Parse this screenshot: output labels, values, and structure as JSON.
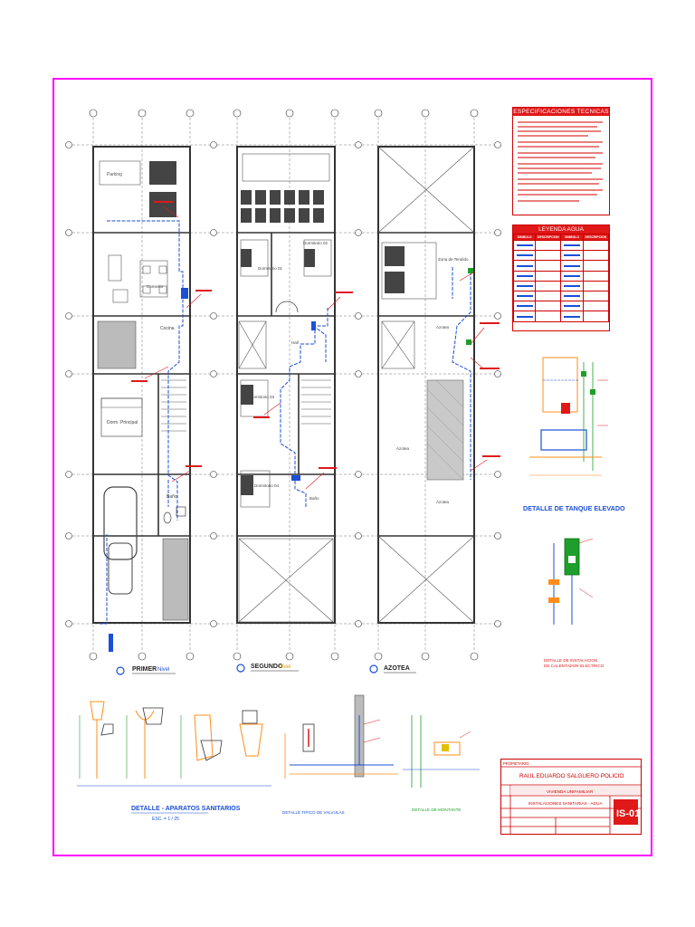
{
  "plans": {
    "primer": {
      "label": "PRIMER",
      "suffix": "Nivel"
    },
    "segundo": {
      "label": "SEGUNDO",
      "suffix": "Nivel"
    },
    "azotea": {
      "label": "AZOTEA"
    }
  },
  "rooms": {
    "cocina": "Cocina",
    "comedor": "Comedor",
    "dorm_principal": "Dorm. Principal",
    "bano1": "Baño",
    "dormitorio1": "Dormitorio 01",
    "dormitorio2": "Dormitorio 02",
    "dormitorio3": "Dormitorio 03",
    "dormitorio4": "Dormitorio 04",
    "hall": "Hall",
    "bano2": "Baño",
    "zona_tendido": "Zona de Tendido",
    "azotea1": "Azotea",
    "azotea2": "Azotea",
    "azotea3": "Azotea"
  },
  "specs": {
    "title": "ESPECIFICACIONES TECNICAS",
    "lines": []
  },
  "legend": {
    "title": "LEYENDA AGUA",
    "headers": [
      "SIMBOLO",
      "DESCRIPCION",
      "SIMBOLO",
      "DESCRIPCION"
    ],
    "rows": [
      [
        "",
        "",
        "",
        ""
      ],
      [
        "",
        "",
        "",
        ""
      ],
      [
        "",
        "",
        "",
        ""
      ],
      [
        "",
        "",
        "",
        ""
      ],
      [
        "",
        "",
        "",
        ""
      ],
      [
        "",
        "",
        "",
        ""
      ],
      [
        "",
        "",
        "",
        ""
      ],
      [
        "",
        "",
        "",
        ""
      ]
    ]
  },
  "details": {
    "tanque": "DETALLE DE TANQUE ELEVADO",
    "calentador_1": "DETALLE DE INSTALACION",
    "calentador_2": "DE CALENTADOR ELECTRICO",
    "aparatos": "DETALLE - APARATOS SANITARIOS",
    "aparatos_esc": "ESC. = 1 / 25",
    "valvulas": "DETALLE TIPICO DE VALVULAS",
    "montante": "DETALLE DE MONTANTE"
  },
  "title_block": {
    "propietario_label": "PROPIETARIO:",
    "propietario": "RAUL EDUARDO SALGUERO POLICIO",
    "proyecto": "VIVIENDA UNIFAMILIAR",
    "plano": "INSTALACIONES SANITARIAS - AGUA",
    "lamina": "IS-01"
  },
  "colors": {
    "frame": "#ff00ff",
    "wall": "#3a3a3a",
    "water_pipe": "#1a4fd6",
    "red": "#e01818",
    "green": "#1e9e2a",
    "orange": "#ff8c1a"
  }
}
